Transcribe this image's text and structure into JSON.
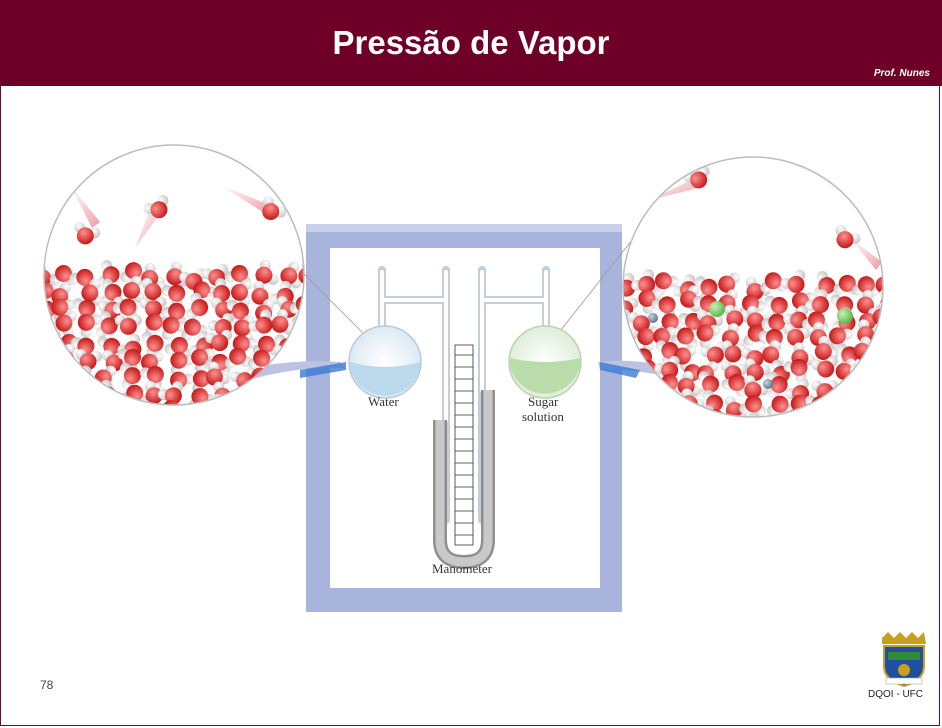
{
  "header": {
    "title": "Pressão de Vapor",
    "author": "Prof. Nunes",
    "color": "#6e0028"
  },
  "diagram": {
    "labels": {
      "water": "Water",
      "sugar_line1": "Sugar",
      "sugar_line2": "solution",
      "manometer": "Manometer"
    },
    "colors": {
      "frame": "#a9b4dc",
      "oxygen": "#d92b2b",
      "hydrogen": "#f2f2f2",
      "sugar": "#7fcf6a",
      "ion": "#7f96a8",
      "mercury": "#b7b7b7",
      "sugar_solution": "#cfe8c4",
      "water": "#cfe4f2"
    }
  },
  "footer": {
    "page_number": "78",
    "department": "DQOI - UFC"
  },
  "logo": {
    "icon": "university-crest-icon"
  }
}
